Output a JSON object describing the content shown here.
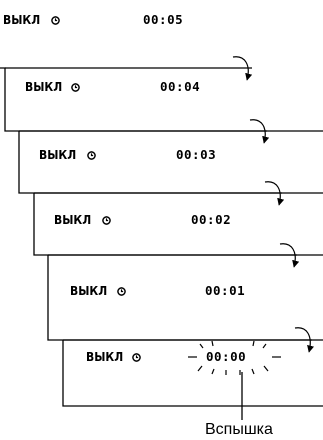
{
  "frames": [
    {
      "status": "ВЫКЛ",
      "icon": "clock-icon",
      "time": "00:05"
    },
    {
      "status": "ВЫКЛ",
      "icon": "clock-icon",
      "time": "00:04"
    },
    {
      "status": "ВЫКЛ",
      "icon": "clock-icon",
      "time": "00:03"
    },
    {
      "status": "ВЫКЛ",
      "icon": "clock-icon",
      "time": "00:02"
    },
    {
      "status": "ВЫКЛ",
      "icon": "clock-icon",
      "time": "00:01"
    },
    {
      "status": "ВЫКЛ",
      "icon": "clock-icon",
      "time": "00:00",
      "flashing": true
    }
  ],
  "callout": {
    "label": "Вспышка"
  },
  "colors": {
    "ink": "#000000",
    "background": "#ffffff"
  }
}
